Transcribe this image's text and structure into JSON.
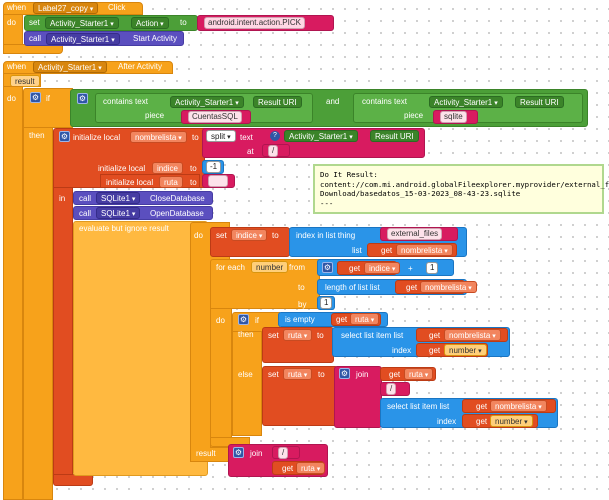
{
  "event1": {
    "when": "when",
    "component": "Label27_copy",
    "event": "Click",
    "do": "do",
    "set": "set",
    "target": "Activity_Starter1",
    "prop": "Action",
    "to": "to",
    "value": "android.intent.action.PICK",
    "call": "call",
    "method": "Start Activity"
  },
  "event2": {
    "when": "when",
    "component": "Activity_Starter1",
    "event": "After Activity",
    "param": "result",
    "do": "do",
    "if": "if",
    "then": "then",
    "in": "in",
    "result_label": "result",
    "contains_text": "contains  text",
    "piece": "piece",
    "and": "and",
    "result_uri": "Result URI",
    "str_cuentas": "CuentasSQL",
    "str_sqlite": "sqlite",
    "init_local": "initialize local",
    "var_nombre": "nombrelista",
    "var_indice": "indice",
    "var_ruta": "ruta",
    "split": "split",
    "text": "text",
    "at": "at",
    "str_slash": "/",
    "num_neg1": "-1",
    "sqlite": "SQLite1",
    "close_db": "CloseDatabase",
    "open_db": "OpenDatabase",
    "evaluate": "evaluate but ignore result",
    "set": "set",
    "index_in_list": "index in list  thing",
    "list": "list",
    "get": "get",
    "str_external": "external_files",
    "for_each": "for each",
    "number": "number",
    "from": "from",
    "by": "by",
    "num_1": "1",
    "length_of_list": "length of list  list",
    "is_empty": "is empty",
    "else": "else",
    "select_item": "select list item  list",
    "index": "index",
    "join": "join",
    "plus": "+",
    "comment_lines": [
      "Do It Result:",
      "content://com.mi.android.globalFileexplorer.myprovider/external_files/",
      "Download/basedatos_15-03-2023_08-43-23.sqlite",
      "---"
    ]
  }
}
